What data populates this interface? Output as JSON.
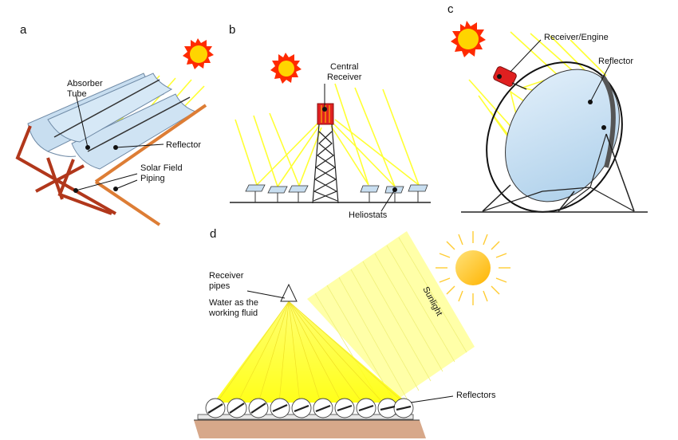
{
  "panels": {
    "a": {
      "letter": "a",
      "labels": {
        "absorber": "Absorber",
        "tube": "Tube",
        "reflector": "Reflector",
        "solar_field": "Solar Field",
        "piping": "Piping"
      }
    },
    "b": {
      "letter": "b",
      "labels": {
        "central": "Central",
        "receiver": "Receiver",
        "heliostats": "Heliostats"
      }
    },
    "c": {
      "letter": "c",
      "labels": {
        "receiver_engine": "Receiver/Engine",
        "reflector": "Reflector"
      }
    },
    "d": {
      "letter": "d",
      "labels": {
        "receiver": "Receiver",
        "pipes": "pipes",
        "water1": "Water as the",
        "water2": "working fluid",
        "sunlight": "Sunlight",
        "reflectors": "Reflectors"
      }
    }
  },
  "colors": {
    "sun_fill": "#ffd400",
    "sun_ray": "#ff2a00",
    "ray": "#ffff33",
    "mirror": "#c8def0",
    "pipe_red": "#b1371b",
    "pipe_orange": "#dd7d35",
    "receiver_red": "#e02020",
    "ground": "#d7a88a"
  },
  "icons": [
    "sun-icon",
    "tower-icon",
    "heliostat-icon",
    "dish-icon",
    "receiver-icon",
    "mirror-icon"
  ]
}
